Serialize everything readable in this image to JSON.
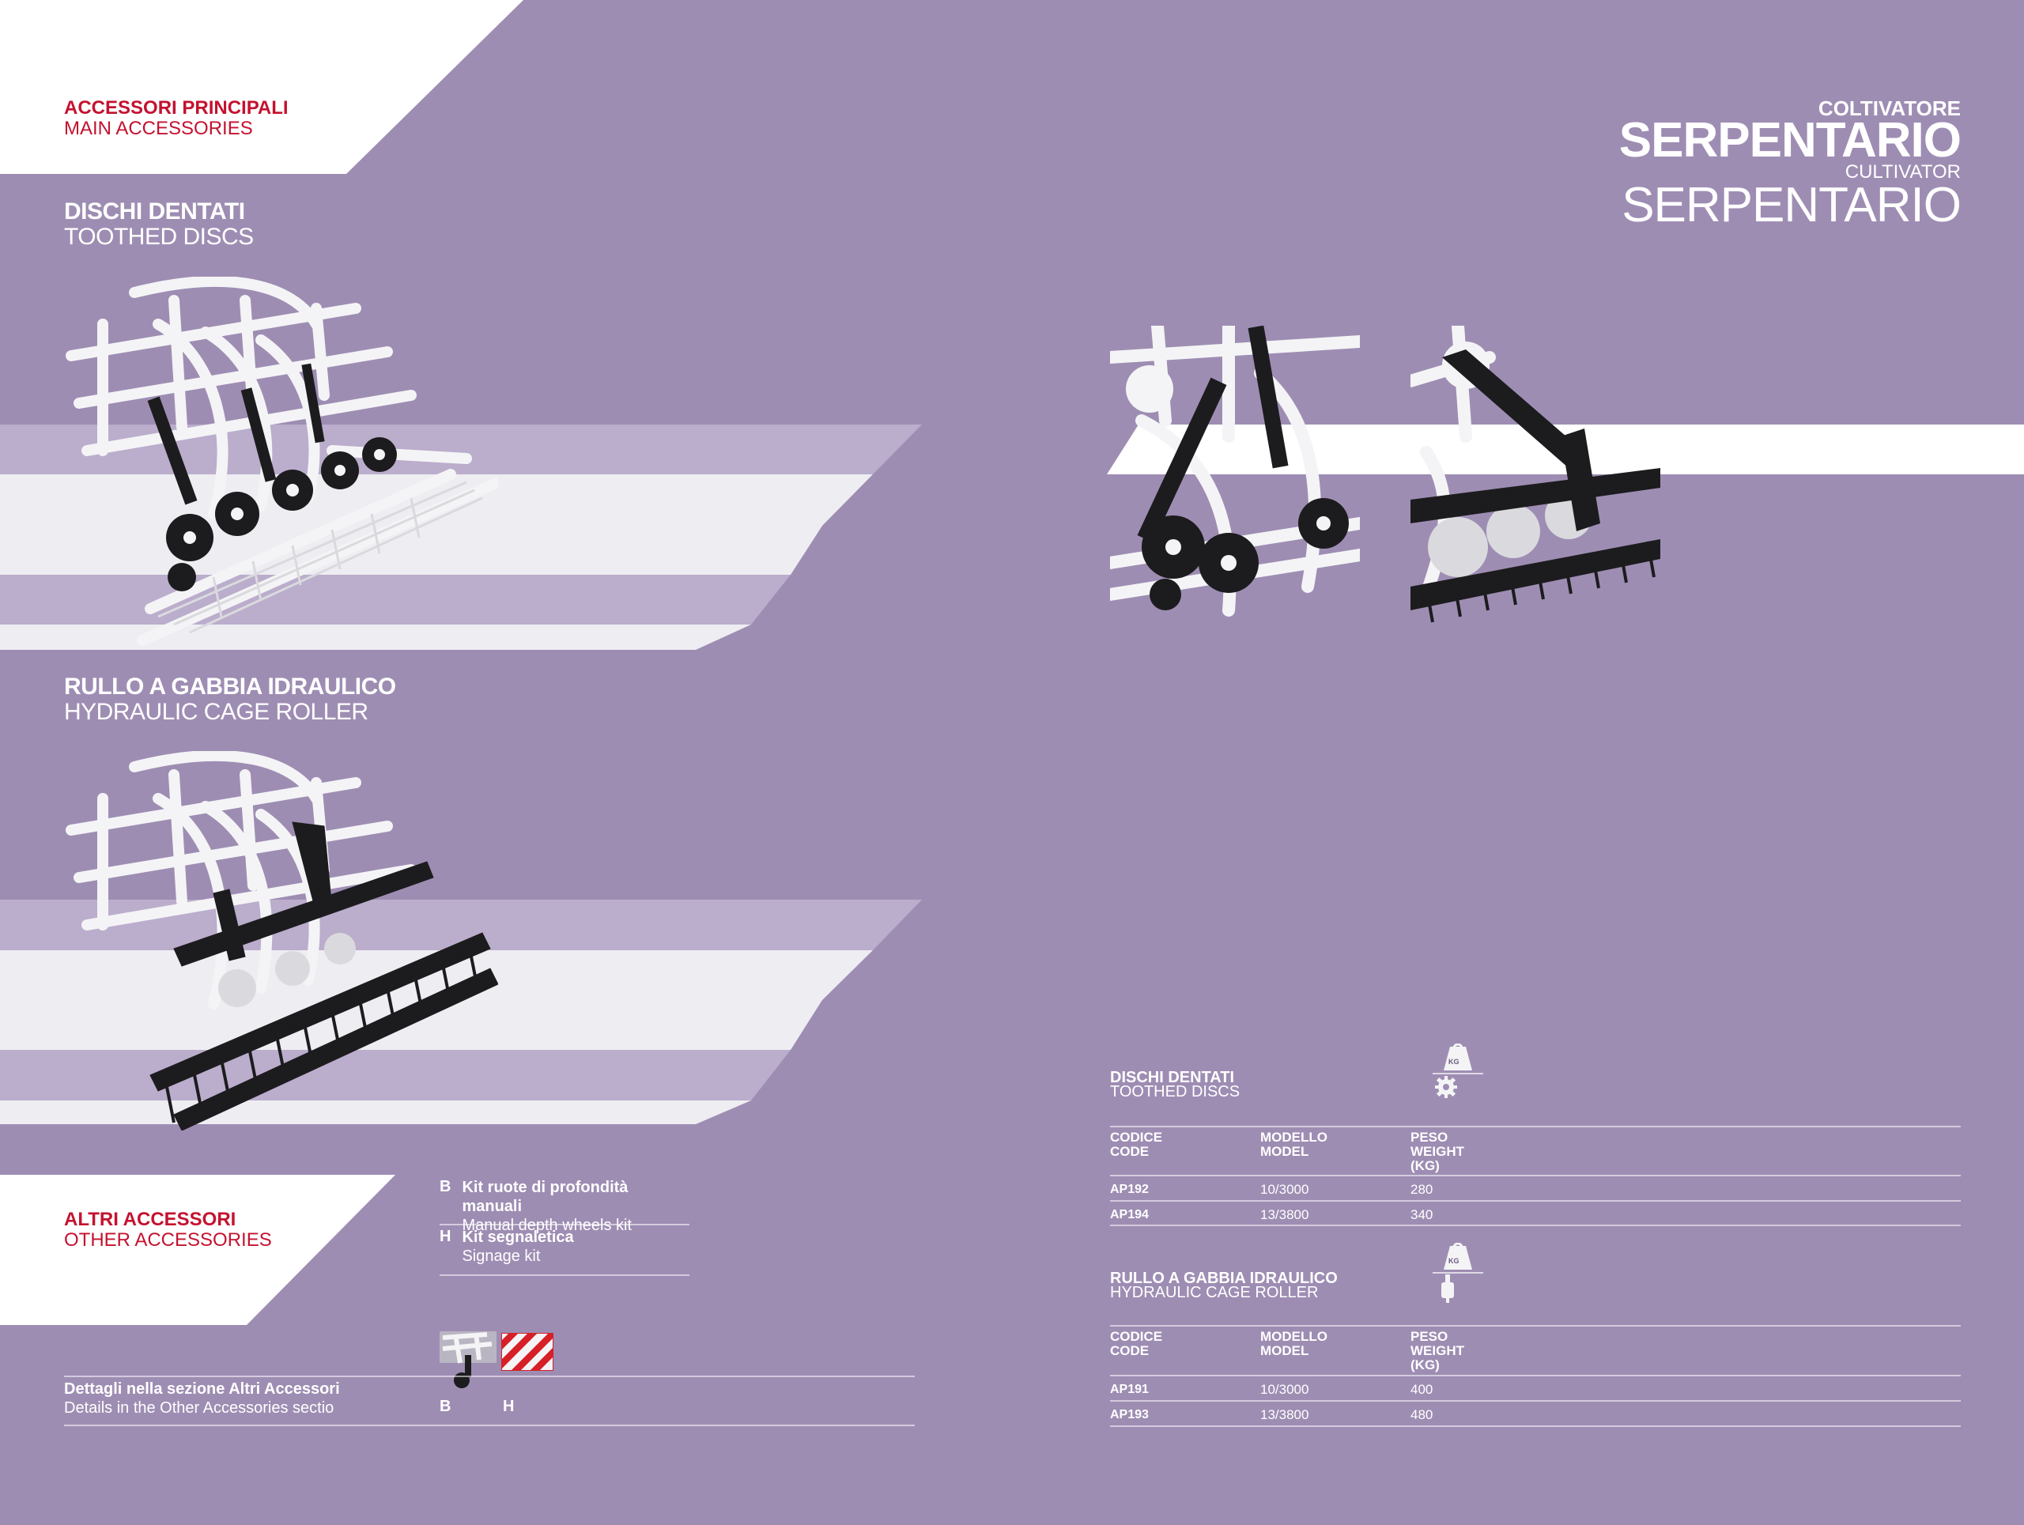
{
  "header_left": {
    "title_it": "ACCESSORI PRINCIPALI",
    "title_en": "MAIN ACCESSORIES"
  },
  "brand": {
    "line1_it": "COLTIVATORE",
    "line2_it": "SERPENTARIO",
    "line1_en": "CULTIVATOR",
    "line2_en": "SERPENTARIO"
  },
  "section_discs": {
    "title_it": "DISCHI DENTATI",
    "title_en": "TOOTHED DISCS"
  },
  "section_roller": {
    "title_it": "RULLO A GABBIA IDRAULICO",
    "title_en": "HYDRAULIC CAGE ROLLER"
  },
  "other_accessories": {
    "title_it": "ALTRI ACCESSORI",
    "title_en": "OTHER ACCESSORIES",
    "items": [
      {
        "letter": "B",
        "label_it": "Kit ruote di profondità manuali",
        "label_en": "Manual depth wheels kit"
      },
      {
        "letter": "H",
        "label_it": "Kit segnaletica",
        "label_en": "Signage kit"
      }
    ],
    "details_it": "Dettagli nella sezione Altri Accessori",
    "details_en": "Details in the Other Accessories sectio",
    "thumb_letters": [
      "B",
      "H"
    ]
  },
  "tables": {
    "discs": {
      "title_it": "DISCHI DENTATI",
      "title_en": "TOOTHED DISCS",
      "weight_icon_label": "KG",
      "headers": {
        "code": [
          "CODICE",
          "CODE"
        ],
        "model": [
          "MODELLO",
          "MODEL"
        ],
        "weight": [
          "PESO",
          "WEIGHT",
          "(KG)"
        ]
      },
      "rows": [
        {
          "code": "AP192",
          "model": "10/3000",
          "weight": "280"
        },
        {
          "code": "AP194",
          "model": "13/3800",
          "weight": "340"
        }
      ]
    },
    "roller": {
      "title_it": "RULLO A GABBIA IDRAULICO",
      "title_en": "HYDRAULIC CAGE ROLLER",
      "weight_icon_label": "KG",
      "headers": {
        "code": [
          "CODICE",
          "CODE"
        ],
        "model": [
          "MODELLO",
          "MODEL"
        ],
        "weight": [
          "PESO",
          "WEIGHT",
          "(KG)"
        ]
      },
      "rows": [
        {
          "code": "AP191",
          "model": "10/3000",
          "weight": "400"
        },
        {
          "code": "AP193",
          "model": "13/3800",
          "weight": "480"
        }
      ]
    }
  },
  "colors": {
    "background": "#9e8db3",
    "band_light": "#bbadcc",
    "band_white": "#eeedf2",
    "accent_red": "#c4122f",
    "machine_white": "#f4f4f6",
    "machine_black": "#1c1c1e"
  }
}
